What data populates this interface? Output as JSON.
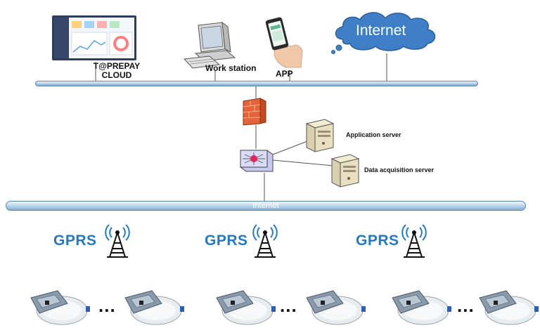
{
  "top_nodes": {
    "cloud_platform": "T@PREPAY\nCLOUD",
    "workstation": "Work station",
    "app": "APP",
    "internet_cloud": "Internet"
  },
  "servers": {
    "application": "Application server",
    "data_acquisition": "Data acquisition server"
  },
  "internet_bus": "Internet",
  "gprs_groups": [
    {
      "label": "GPRS",
      "ellipsis": "..."
    },
    {
      "label": "GPRS",
      "ellipsis": "..."
    },
    {
      "label": "GPRS",
      "ellipsis": "..."
    }
  ],
  "icons": [
    "screen-dashboard-icon",
    "computer-icon",
    "smartphone-icon",
    "cloud-icon",
    "firewall-icon",
    "switch-icon",
    "server-icon",
    "antenna-tower-icon",
    "water-meter-icon"
  ],
  "colors": {
    "gprs_text": "#2479c1",
    "bus": "#a9c9e3",
    "cloud": "#3f7fc7",
    "firewall": "#e3643a"
  }
}
